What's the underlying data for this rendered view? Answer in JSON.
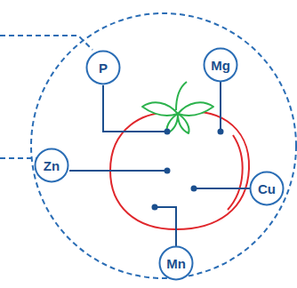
{
  "diagram": {
    "nodes": [
      {
        "text": [
          "P"
        ]
      },
      {
        "text": [
          "Mg"
        ]
      },
      {
        "text": [
          "Zn"
        ]
      },
      {
        "text": [
          "Cu"
        ]
      },
      {
        "text": [
          "Mn"
        ]
      }
    ]
  }
}
